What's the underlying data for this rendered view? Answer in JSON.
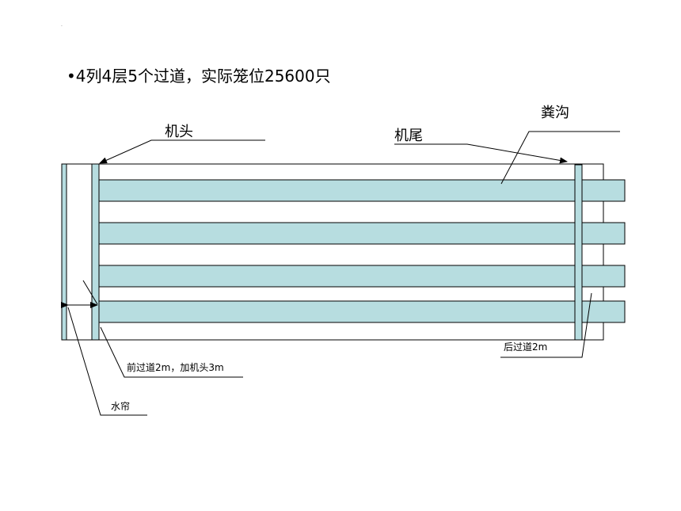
{
  "heading": "•4列4层5个过道，实际笼位25600只",
  "labels": {
    "head": "机头",
    "tail": "机尾",
    "manure_channel": "粪沟",
    "front_aisle": "前过道2m，加机头3m",
    "water_curtain": "水帘",
    "rear_aisle": "后过道2m"
  },
  "colors": {
    "cage_fill": "#b7dde0",
    "stroke": "#000000",
    "background": "#ffffff"
  },
  "cage_rows": 4
}
